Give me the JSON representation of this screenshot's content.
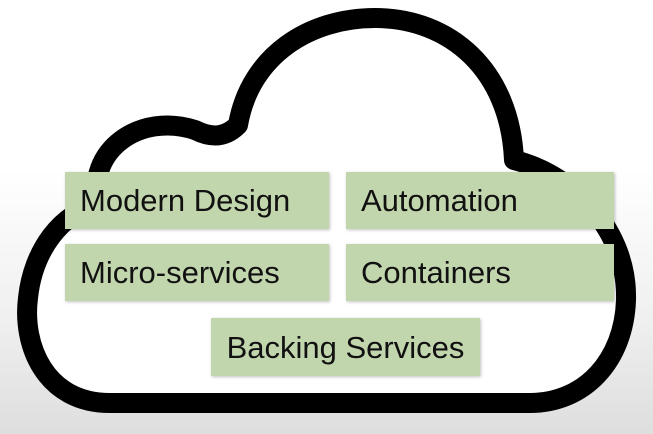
{
  "diagram": {
    "labels": {
      "modern_design": "Modern Design",
      "automation": "Automation",
      "micro_services": "Micro-services",
      "containers": "Containers",
      "backing_services": "Backing Services"
    },
    "colors": {
      "box_fill": "#c2d6ae",
      "cloud_outline": "#000000",
      "text": "#111111"
    }
  }
}
